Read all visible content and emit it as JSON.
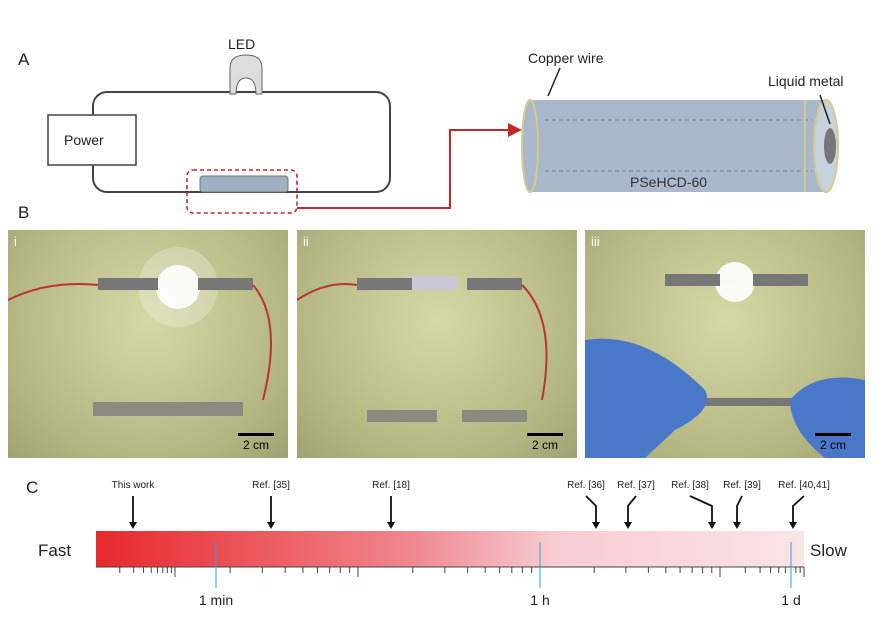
{
  "panel_a": {
    "label": "A",
    "led_label": "LED",
    "power_label": "Power",
    "copper_wire_label": "Copper wire",
    "liquid_metal_label": "Liquid metal",
    "material_label": "PSeHCD-60"
  },
  "panel_b": {
    "label": "B",
    "photos": [
      {
        "label": "i",
        "scale": "2 cm"
      },
      {
        "label": "ii",
        "scale": "2 cm"
      },
      {
        "label": "iii",
        "scale": "2 cm"
      }
    ]
  },
  "panel_c": {
    "label": "C",
    "fast_label": "Fast",
    "slow_label": "Slow",
    "time_marks": [
      "1 min",
      "1 h",
      "1 d"
    ],
    "refs": [
      "This work",
      "Ref. [35]",
      "Ref. [18]",
      "Ref. [36]",
      "Ref. [37]",
      "Ref. [38]",
      "Ref. [39]",
      "Ref. [40,41]"
    ],
    "colors": {
      "fast": "#e8282c",
      "slow": "#fbe4e6",
      "marker": "#2aa7d6"
    }
  }
}
